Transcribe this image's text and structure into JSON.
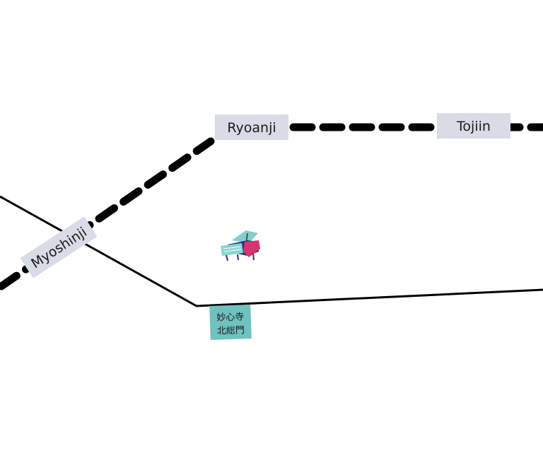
{
  "stations": {
    "ryoanji": "Ryoanji",
    "tojiin": "Tojiin",
    "myoshinji": "Myoshinji"
  },
  "gate_label": {
    "line1": "妙心寺",
    "line2": "北総門"
  },
  "icons": {
    "poi": "piano-icon"
  },
  "colors": {
    "station_bg": "#d9dce6",
    "gate_bg": "#6fc2c0",
    "line": "#000000"
  }
}
